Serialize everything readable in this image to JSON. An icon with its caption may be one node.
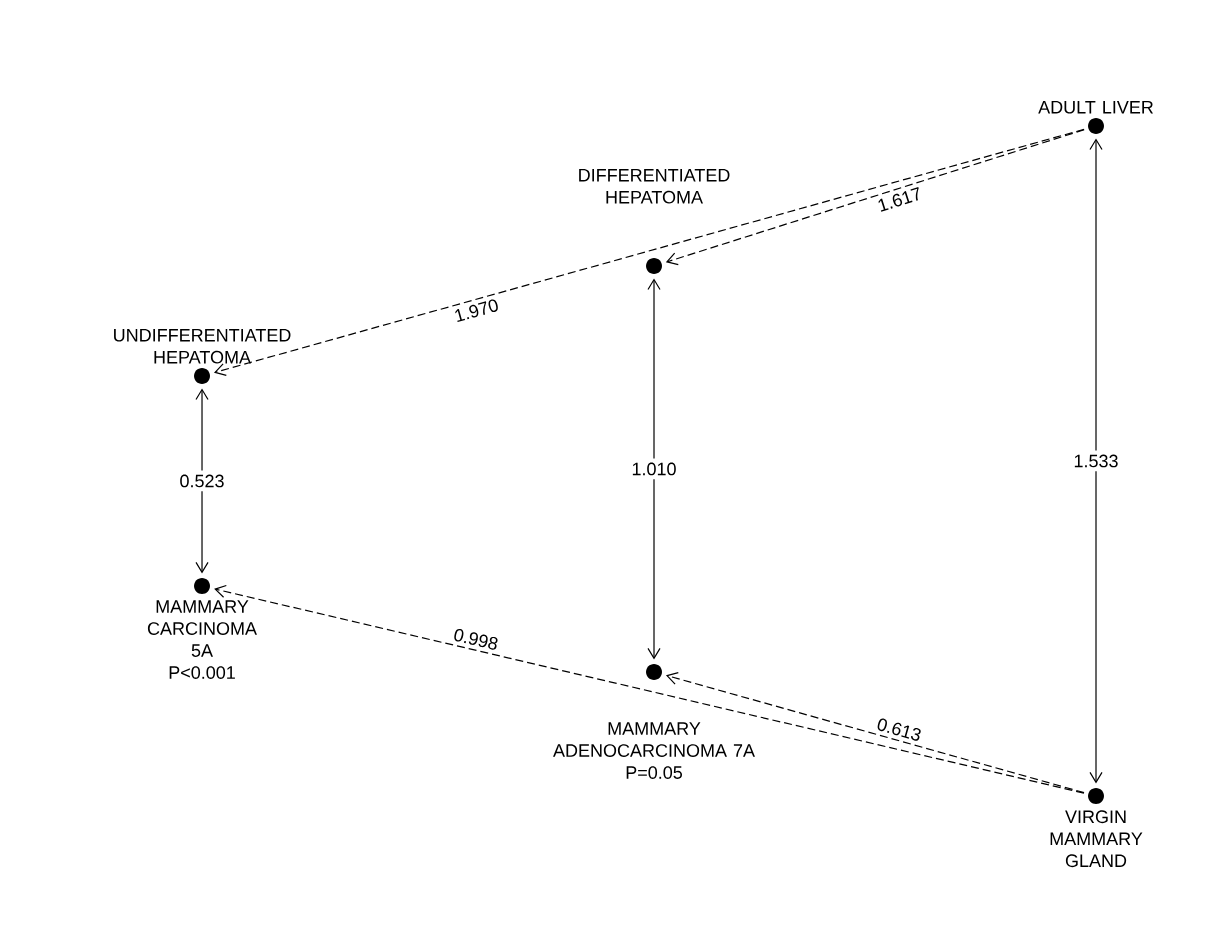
{
  "diagram": {
    "nodes": [
      {
        "text": [
          "ADULT LIVER"
        ]
      },
      {
        "text": [
          "DIFFERENTIATED HEPATOMA"
        ]
      },
      {
        "text": [
          "UNDIFFERENTIATED HEPATOMA"
        ]
      },
      {
        "text": [
          "MAMMARY CARCINOMA 5A",
          "P<0.001"
        ]
      },
      {
        "text": [
          "MAMMARY ADENOCARCINOMA 7A",
          "P=0.05"
        ]
      },
      {
        "text": [
          "VIRGIN MAMMARY GLAND"
        ]
      }
    ],
    "edges": [
      {
        "from": 0,
        "to": 1,
        "arrow": "to",
        "label": "1.617",
        "style": "dashed"
      },
      {
        "from": 0,
        "to": 2,
        "arrow": "to",
        "label": "1.970",
        "style": "dashed"
      },
      {
        "from": 5,
        "to": 4,
        "arrow": "to",
        "label": "0.613",
        "style": "dashed"
      },
      {
        "from": 5,
        "to": 3,
        "arrow": "to",
        "label": "0.998",
        "style": "dashed"
      },
      {
        "from": 2,
        "to": 3,
        "arrow": "both",
        "label": "0.523"
      },
      {
        "from": 1,
        "to": 4,
        "arrow": "both",
        "label": "1.010"
      },
      {
        "from": 0,
        "to": 5,
        "arrow": "both",
        "label": "1.533"
      }
    ]
  }
}
